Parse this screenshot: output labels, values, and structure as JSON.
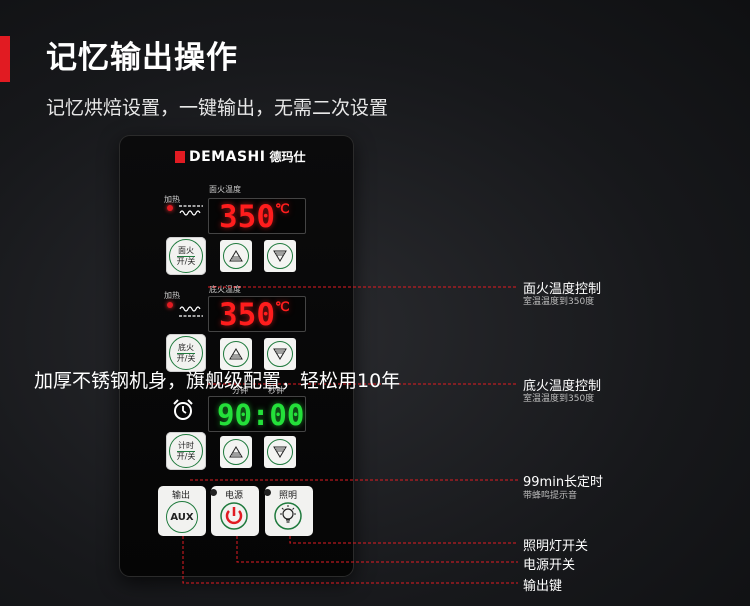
{
  "header": {
    "title": "记忆输出操作",
    "subtitle": "记忆烘焙设置，一键输出，无需二次设置"
  },
  "brand": {
    "name": "DEMASHI",
    "name_cn": "德玛仕"
  },
  "panel": {
    "top_section": {
      "heat_label": "加热",
      "temp_label": "面火温度",
      "display_value": "350",
      "display_unit": "℃",
      "button_line1": "面火",
      "button_line2": "开/关"
    },
    "bottom_section": {
      "heat_label": "加热",
      "temp_label": "底火温度",
      "display_value": "350",
      "display_unit": "℃",
      "button_line1": "底火",
      "button_line2": "开/关"
    },
    "timer_section": {
      "minute_label": "分钟",
      "second_label": "秒钟",
      "display_value": "90:00",
      "button_line1": "计时",
      "button_line2": "开/关"
    },
    "aux_button": {
      "caption": "输出",
      "label": "AUX"
    },
    "power_button": {
      "caption": "电源"
    },
    "light_button": {
      "caption": "照明"
    }
  },
  "overlay_text": "加厚不锈钢机身，旗舰级配置，轻松用10年",
  "callouts": [
    {
      "title": "面火温度控制",
      "sub": "室温温度到350度"
    },
    {
      "title": "底火温度控制",
      "sub": "室温温度到350度"
    },
    {
      "title": "99min长定时",
      "sub": "带蜂鸣提示音"
    },
    {
      "title": "照明灯开关"
    },
    {
      "title": "电源开关"
    },
    {
      "title": "输出键"
    }
  ],
  "colors": {
    "accent": "#e11b22",
    "display_red": "#ff1d1d",
    "display_green": "#24e03a"
  }
}
